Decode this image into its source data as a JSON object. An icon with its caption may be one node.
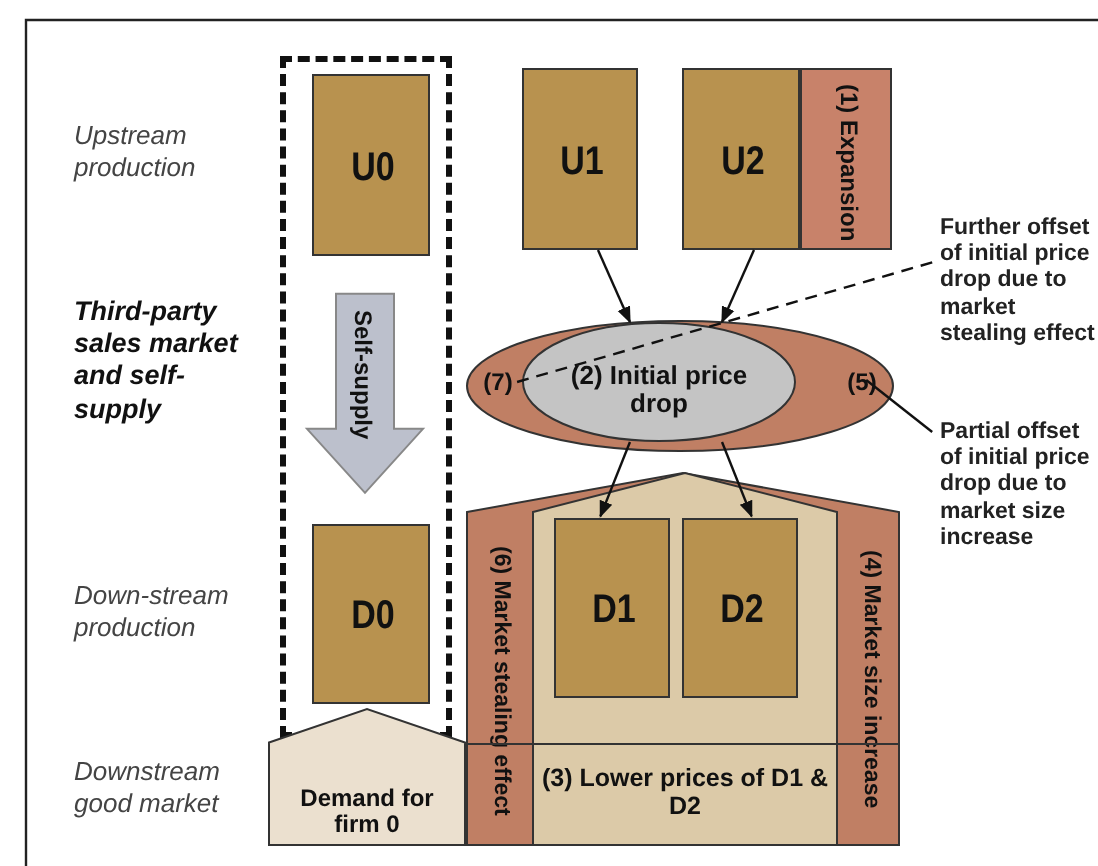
{
  "diagram": {
    "nodes": [
      {
        "text": [],
        "shape": "box"
      },
      {
        "text": [
          "U0"
        ],
        "in": 0
      },
      {
        "text": [
          "U1"
        ]
      },
      {
        "text": [
          "U2"
        ]
      },
      {
        "text": [
          "(1) Expansion"
        ]
      },
      {
        "text": [
          "(7)",
          "(5)"
        ]
      },
      {
        "text": [
          "(2) Initial price drop"
        ],
        "in": 5
      },
      {
        "text": [
          "D0"
        ],
        "in": 0
      },
      {
        "text": [
          "(6) Market stealing effect",
          "(4) Market size increase"
        ]
      },
      {
        "text": [
          "(3) Lower prices of D1 & D2"
        ],
        "in": 8
      },
      {
        "text": [
          "D1"
        ],
        "in": 9
      },
      {
        "text": [
          "D2"
        ],
        "in": 9
      },
      {
        "text": [
          "Demand for firm 0"
        ]
      },
      {
        "text": [
          "Further offset of initial price drop due to market stealing effect"
        ]
      },
      {
        "text": [
          "Partial offset of initial price drop due to market size increase"
        ]
      }
    ],
    "edges": [
      {
        "from": 1,
        "to": 7,
        "arrow": "to",
        "label": "Self-supply",
        "style": "thick",
        "color": "#bcc0cc"
      },
      {
        "from": 2,
        "to": 6,
        "arrow": "to"
      },
      {
        "from": 3,
        "to": 6,
        "arrow": "to"
      },
      {
        "from": 6,
        "to": 10,
        "arrow": "to"
      },
      {
        "from": 6,
        "to": 11,
        "arrow": "to"
      },
      {
        "from": 13,
        "to": 5,
        "arrow": "none",
        "style": "dashed"
      },
      {
        "from": 14,
        "to": 5,
        "arrow": "none"
      }
    ],
    "labels": [
      "Upstream production",
      "Third-party sales market and self-supply",
      "Down-stream production",
      "Downstream good market"
    ]
  }
}
